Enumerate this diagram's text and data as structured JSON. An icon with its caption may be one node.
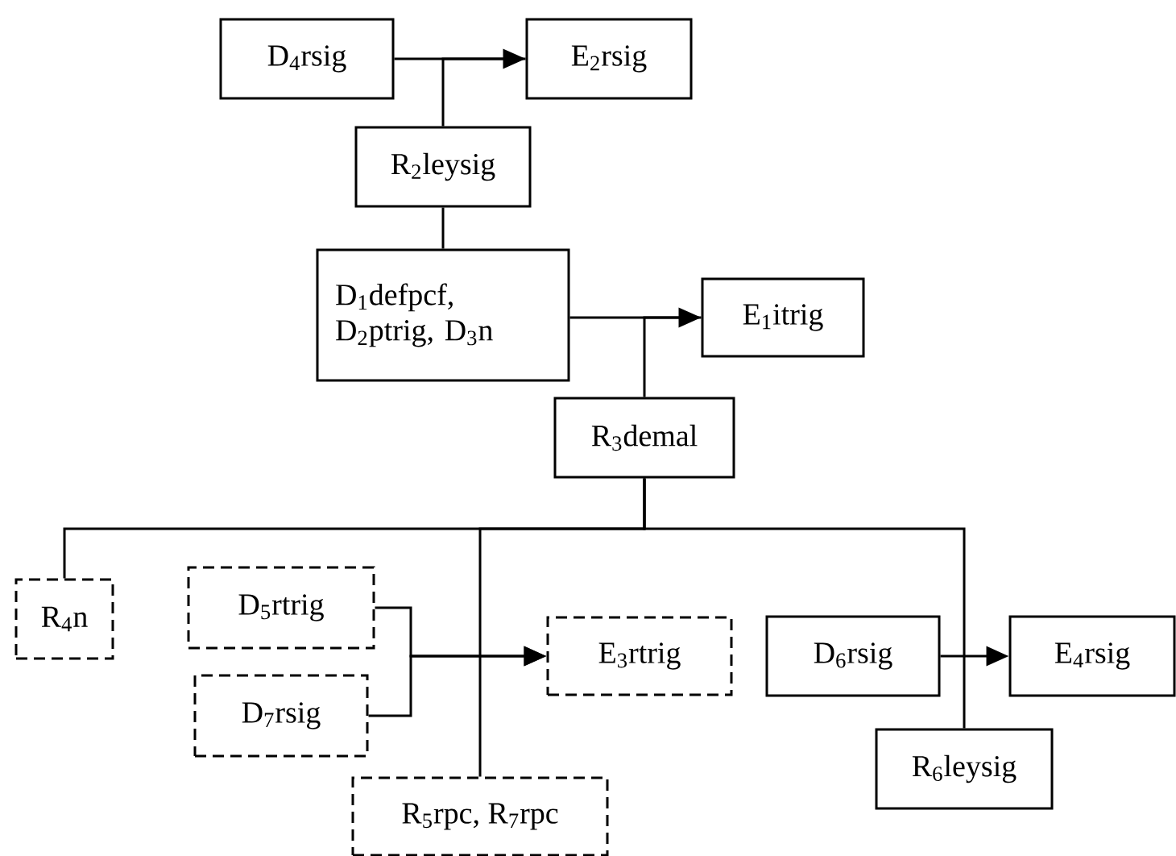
{
  "diagram": {
    "nodes": [
      {
        "text": [
          "D$_{4}$rsig"
        ]
      },
      {
        "text": [
          "E$_{2}$rsig"
        ]
      },
      {
        "text": [
          "R$_{2}$leysig"
        ]
      },
      {
        "text": [
          "D$_{1}$defpcf, D$_{2}$ptrig, D$_{3}$n"
        ]
      },
      {
        "text": [
          "E$_{1}$itrig"
        ]
      },
      {
        "text": [
          "R$_{3}$demal"
        ]
      },
      {
        "text": [
          "R$_{4}$n"
        ]
      },
      {
        "text": [
          "D$_{5}$rtrig"
        ]
      },
      {
        "text": [
          "D$_{7}$rsig"
        ]
      },
      {
        "text": [
          "E$_{3}$rtrig"
        ]
      },
      {
        "text": [
          "R$_{5}$rpc, R$_{7}$rpc"
        ]
      },
      {
        "text": [
          "D$_{6}$rsig"
        ]
      },
      {
        "text": [
          "E$_{4}$rsig"
        ]
      },
      {
        "text": [
          "R$_{6}$leysig"
        ]
      }
    ],
    "edges": [
      {
        "from": 0,
        "to": 1,
        "arrow": "to"
      },
      {
        "from": 2,
        "to": 1,
        "arrow": "none"
      },
      {
        "from": 2,
        "to": 3,
        "arrow": "none"
      },
      {
        "from": 3,
        "to": 4,
        "arrow": "to"
      },
      {
        "from": 5,
        "to": 4,
        "arrow": "none"
      },
      {
        "from": 5,
        "to": 6,
        "arrow": "none"
      },
      {
        "from": 5,
        "to": 10,
        "arrow": "none"
      },
      {
        "from": 5,
        "to": 13,
        "arrow": "none"
      },
      {
        "from": 7,
        "to": 9,
        "arrow": "to"
      },
      {
        "from": 8,
        "to": 9,
        "arrow": "to"
      },
      {
        "from": 11,
        "to": 12,
        "arrow": "to"
      }
    ]
  }
}
